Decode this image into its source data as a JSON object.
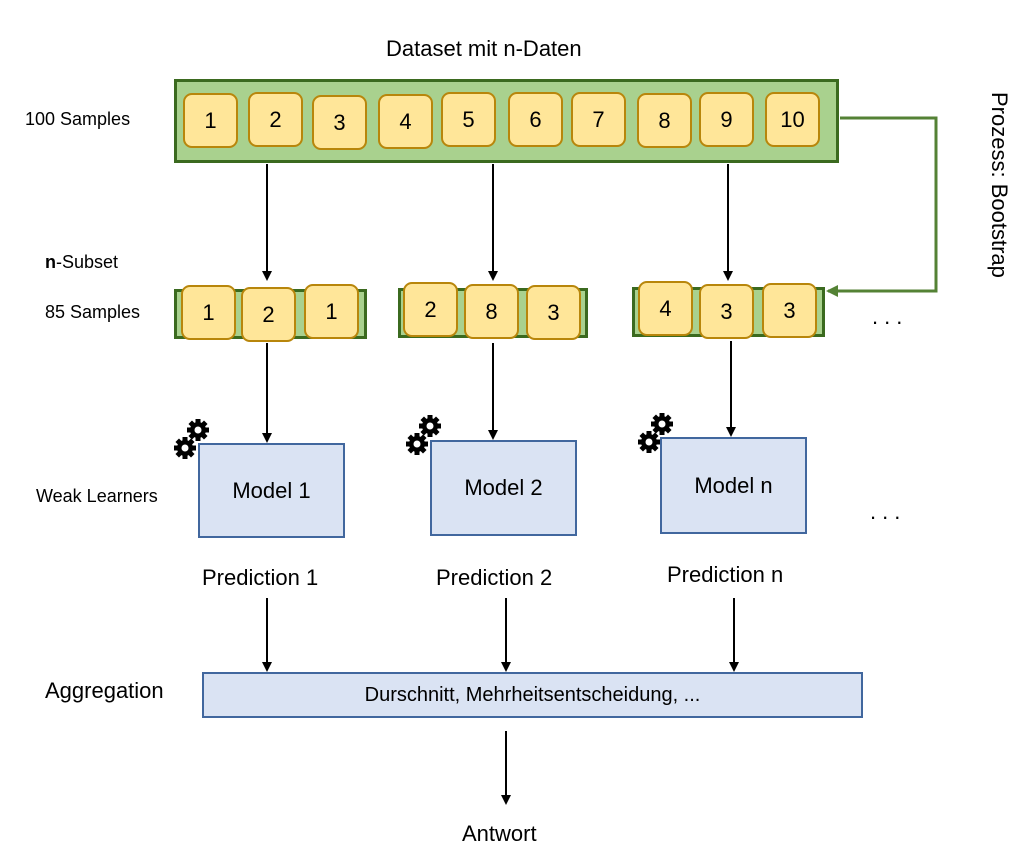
{
  "title": "Dataset mit n-Daten",
  "labels": {
    "samples_100": "100 Samples",
    "subset_bold": "n",
    "subset_rest": "-Subset",
    "samples_85": "85 Samples",
    "weak_learners": "Weak Learners",
    "aggregation": "Aggregation",
    "process": "Prozess: Bootstrap",
    "answer": "Antwort",
    "ellipsis_subset": "...",
    "ellipsis_models": "..."
  },
  "dataset": [
    "1",
    "2",
    "3",
    "4",
    "5",
    "6",
    "7",
    "8",
    "9",
    "10"
  ],
  "subsets": [
    [
      "1",
      "2",
      "1"
    ],
    [
      "2",
      "8",
      "3"
    ],
    [
      "4",
      "3",
      "3"
    ]
  ],
  "models": [
    "Model 1",
    "Model 2",
    "Model n"
  ],
  "predictions": [
    "Prediction 1",
    "Prediction 2",
    "Prediction n"
  ],
  "aggregation_text": "Durschnitt, Mehrheitsentscheidung, ...",
  "colors": {
    "green_fill": "#a9d18e",
    "green_border": "#3b6a1f",
    "cell_fill": "#ffe699",
    "cell_border": "#b8860b",
    "model_fill": "#dae3f3",
    "model_border": "#41679e",
    "bootstrap_arrow": "#548235"
  }
}
